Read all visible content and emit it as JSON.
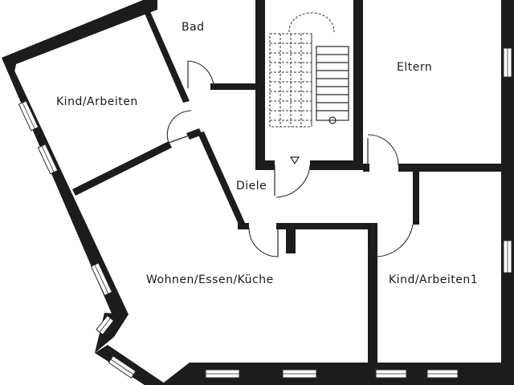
{
  "rooms": {
    "bad": "Bad",
    "kind_arbeiten": "Kind/Arbeiten",
    "eltern": "Eltern",
    "diele": "Diele",
    "wohnen": "Wohnen/Essen/Küche",
    "kind_arbeiten_1": "Kind/Arbeiten1"
  }
}
